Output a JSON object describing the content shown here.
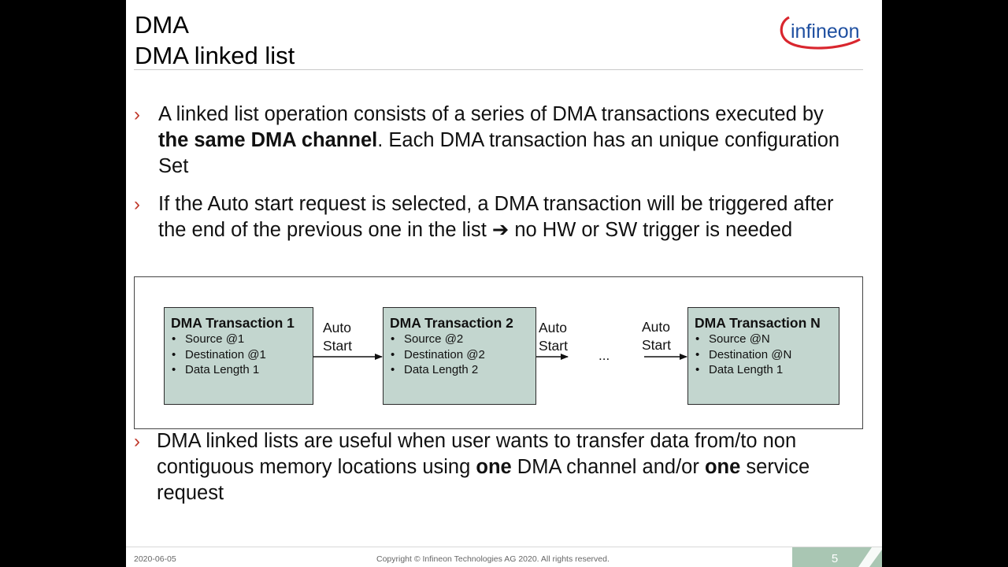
{
  "title": {
    "line1": "DMA",
    "line2": "DMA linked list"
  },
  "logo": {
    "text": "infineon",
    "brand_color": "#1e4fa0",
    "swoosh_color": "#d9262e"
  },
  "bullet_marker": "›",
  "bullets": [
    {
      "parts": [
        {
          "text": "A linked list operation consists of a series of DMA transactions executed by ",
          "bold": false
        },
        {
          "text": "the same DMA channel",
          "bold": true
        },
        {
          "text": ". Each DMA transaction has an unique configuration Set",
          "bold": false
        }
      ]
    },
    {
      "parts": [
        {
          "text": "If the Auto start request is selected, a DMA transaction will be triggered after the end of the previous one in the list ",
          "bold": false
        },
        {
          "text": "➔",
          "bold": true
        },
        {
          "text": " no HW or SW trigger is needed",
          "bold": false
        }
      ]
    },
    {
      "parts": [
        {
          "text": "DMA linked lists are useful when user wants to transfer data from/to non contiguous memory locations using ",
          "bold": false
        },
        {
          "text": "one",
          "bold": true
        },
        {
          "text": " DMA channel and/or ",
          "bold": false
        },
        {
          "text": "one",
          "bold": true
        },
        {
          "text": " service request",
          "bold": false
        }
      ]
    }
  ],
  "diagram": {
    "box_color": "#c3d6cf",
    "transactions": [
      {
        "title": "DMA Transaction 1",
        "items": [
          "Source @1",
          "Destination @1",
          "Data Length 1"
        ]
      },
      {
        "title": "DMA Transaction 2",
        "items": [
          "Source @2",
          "Destination @2",
          "Data Length  2"
        ]
      },
      {
        "title": "DMA Transaction N",
        "items": [
          "Source @N",
          "Destination @N",
          "Data Length 1"
        ]
      }
    ],
    "auto_start": [
      {
        "line1": "Auto",
        "line2": "Start"
      },
      {
        "line1": "Auto",
        "line2": "Start"
      },
      {
        "line1": "Auto",
        "line2": "Start"
      }
    ],
    "ellipsis": "..."
  },
  "footer": {
    "date": "2020-06-05",
    "copyright": "Copyright © Infineon Technologies AG 2020. All rights reserved.",
    "page": "5",
    "band_color": "#a9c6b3"
  }
}
